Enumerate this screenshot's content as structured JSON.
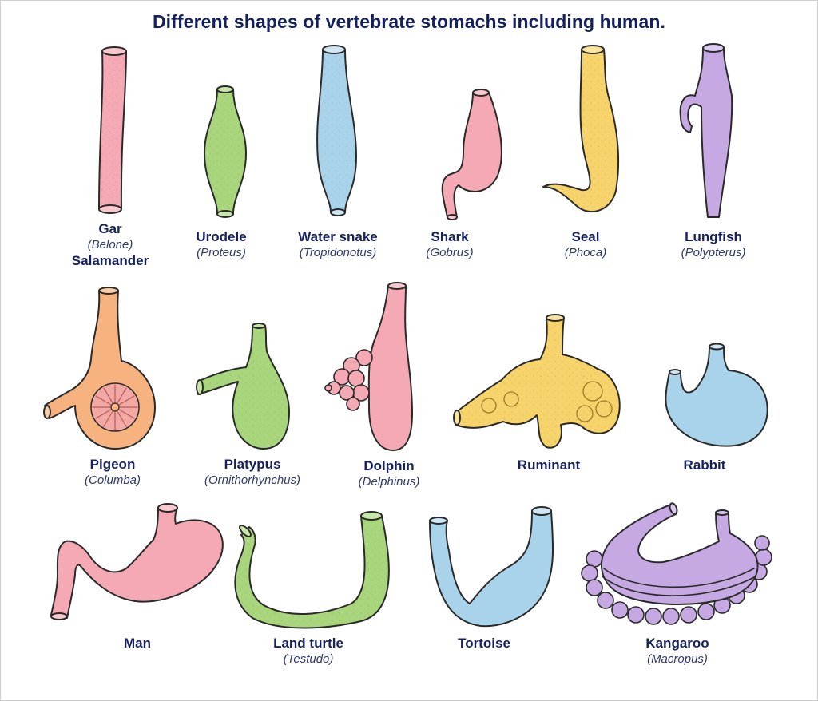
{
  "title": "Different shapes of vertebrate stomachs including human.",
  "colors": {
    "pink": "#f4a9b4",
    "green": "#a9d67c",
    "blue": "#a9d3ea",
    "yellow": "#f7d36b",
    "purple": "#c6a8e2",
    "orange": "#f6b37f",
    "outline": "#2a2a2a",
    "text": "#15215c"
  },
  "stomachs": [
    {
      "name": "Gar",
      "species": "Belone",
      "extra": "Salamander",
      "color": "pink"
    },
    {
      "name": "Urodele",
      "species": "Proteus",
      "color": "green"
    },
    {
      "name": "Water snake",
      "species": "Tropidonotus",
      "color": "blue"
    },
    {
      "name": "Shark",
      "species": "Gobrus",
      "color": "pink"
    },
    {
      "name": "Seal",
      "species": "Phoca",
      "color": "yellow"
    },
    {
      "name": "Lungfish",
      "species": "Polypterus",
      "color": "purple"
    },
    {
      "name": "Pigeon",
      "species": "Columba",
      "color": "orange"
    },
    {
      "name": "Platypus",
      "species": "Ornithorhynchus",
      "color": "green"
    },
    {
      "name": "Dolphin",
      "species": "Delphinus",
      "color": "pink"
    },
    {
      "name": "Ruminant",
      "species": "",
      "color": "yellow"
    },
    {
      "name": "Rabbit",
      "species": "",
      "color": "blue"
    },
    {
      "name": "Man",
      "species": "",
      "color": "pink"
    },
    {
      "name": "Land turtle",
      "species": "Testudo",
      "color": "green"
    },
    {
      "name": "Tortoise",
      "species": "",
      "color": "blue"
    },
    {
      "name": "Kangaroo",
      "species": "Macropus",
      "color": "purple"
    }
  ]
}
